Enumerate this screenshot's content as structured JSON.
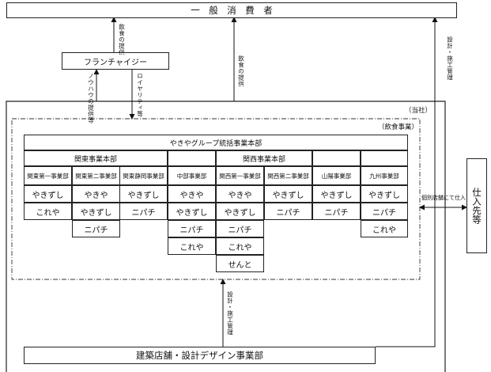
{
  "consumer": "一　般　消　費　者",
  "franchisee": "フランチャイジー",
  "arrows": {
    "food_provide_1": "飲食の提供",
    "food_provide_2": "飲食の提供",
    "knowhow": "ノウハウの提供等",
    "royalty": "ロイヤリティ等",
    "design_top": "設計・施工管理",
    "design_bottom": "設計・施工管理",
    "purchase": "個別店舗にて仕入"
  },
  "company_label": "（当社）",
  "food_business_label": "（飲食事業）",
  "group_hq": "やきやグループ統括事業本部",
  "kanto_hq": "関東事業本部",
  "kansai_hq": "関西事業本部",
  "divisions": [
    {
      "name": "関東第一事業部",
      "stores": [
        "やきずし",
        "これや"
      ]
    },
    {
      "name": "関東第二事業部",
      "stores": [
        "やきや",
        "やきずし",
        "ニパチ"
      ]
    },
    {
      "name": "関東静岡事業部",
      "stores": [
        "やきずし",
        "ニパチ"
      ]
    },
    {
      "name": "中部事業部",
      "stores": [
        "やきや",
        "やきずし",
        "ニパチ",
        "これや"
      ]
    },
    {
      "name": "関西第一事業部",
      "stores": [
        "やきや",
        "やきずし",
        "ニパチ",
        "これや",
        "せんと"
      ]
    },
    {
      "name": "関西第二事業部",
      "stores": [
        "やきずし",
        "ニパチ"
      ]
    },
    {
      "name": "山陽事業部",
      "stores": [
        "やきずし",
        "ニパチ"
      ]
    },
    {
      "name": "九州事業部",
      "stores": [
        "やきずし",
        "ニパチ",
        "これや"
      ]
    }
  ],
  "supplier": "仕入先等",
  "design_division": "建築店舗・設計デザイン事業部"
}
